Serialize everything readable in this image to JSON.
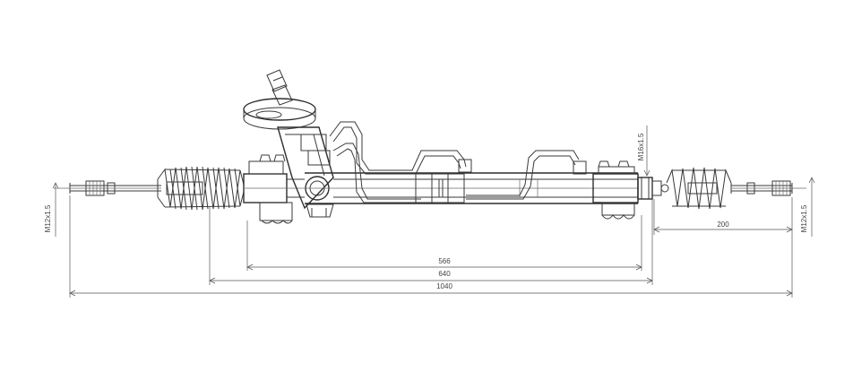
{
  "dimensions": {
    "d566": "566",
    "d640": "640",
    "d1040": "1040",
    "d200": "200"
  },
  "thread_labels": {
    "left_tie_rod": "M12x1.5",
    "right_tie_rod": "M12x1.5",
    "pipe_fitting": "M16x1.5"
  }
}
